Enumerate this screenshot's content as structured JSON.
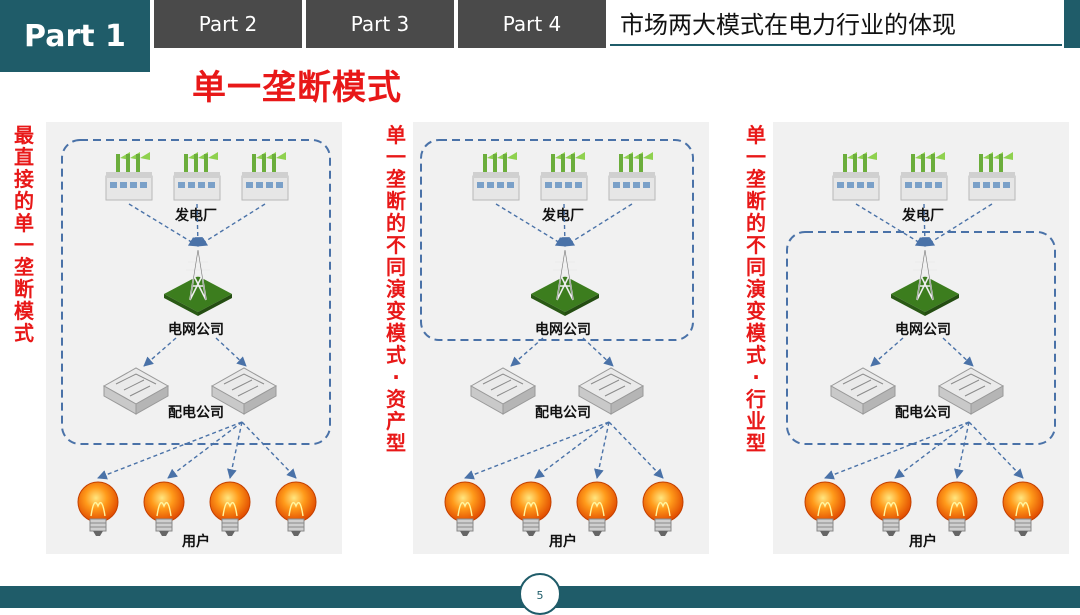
{
  "header": {
    "active_tab": "Part 1",
    "tabs": [
      "Part 2",
      "Part 3",
      "Part 4"
    ],
    "title": "市场两大模式在电力行业的体现"
  },
  "slide_title": "单一垄断模式",
  "panels": [
    {
      "side_label": "最直接的单一垄断模式",
      "plants_label": "发电厂",
      "grid_label": "电网公司",
      "distribution_label": "配电公司",
      "users_label": "用户"
    },
    {
      "side_label": "单一垄断的不同演变模式·资产型",
      "plants_label": "发电厂",
      "grid_label": "电网公司",
      "distribution_label": "配电公司",
      "users_label": "用户"
    },
    {
      "side_label": "单一垄断的不同演变模式·行业型",
      "plants_label": "发电厂",
      "grid_label": "电网公司",
      "distribution_label": "配电公司",
      "users_label": "用户"
    }
  ],
  "footer": {
    "page_number": "5"
  },
  "colors": {
    "accent": "#1f5c69",
    "title_red": "#e81818",
    "dashed_blue": "#4a72a8"
  }
}
